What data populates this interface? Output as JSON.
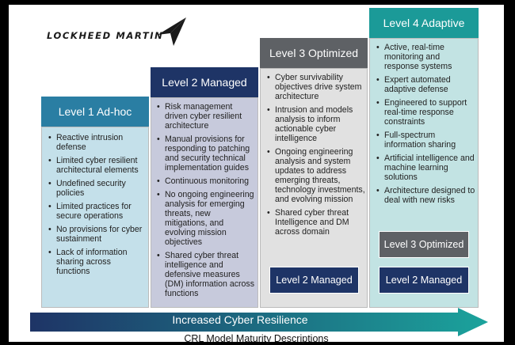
{
  "logo": {
    "text": "LOCKHEED MARTIN"
  },
  "levels": [
    {
      "title": "Level 1 Ad-hoc",
      "items": [
        "Reactive intrusion defense",
        "Limited cyber resilient architectural elements",
        "Undefined security policies",
        "Limited practices for secure operations",
        "No provisions for cyber sustainment",
        "Lack of information sharing across functions"
      ]
    },
    {
      "title": "Level 2 Managed",
      "items": [
        "Risk management driven cyber resilient architecture",
        "Manual provisions for responding to patching and security technical implementation guides",
        "Continuous monitoring",
        "No ongoing engineering analysis for emerging threats, new mitigations, and evolving mission objectives",
        "Shared cyber threat intelligence and defensive measures (DM) information across functions"
      ]
    },
    {
      "title": "Level 3 Optimized",
      "items": [
        "Cyber survivability objectives drive system architecture",
        "Intrusion and models analysis to inform actionable cyber intelligence",
        "Ongoing engineering analysis and system updates to address emerging threats, technology investments, and evolving mission",
        "Shared cyber threat Intelligence and DM across domain"
      ],
      "sub_boxes": [
        "Level 2 Managed"
      ]
    },
    {
      "title": "Level 4 Adaptive",
      "items": [
        "Active, real-time monitoring and response systems",
        "Expert automated adaptive defense",
        "Engineered to support real-time response constraints",
        "Full-spectrum information sharing",
        "Artificial intelligence and machine learning solutions",
        "Architecture designed to deal with new risks"
      ],
      "sub_boxes": [
        "Level 3 Optimized",
        "Level 2 Managed"
      ]
    }
  ],
  "arrow": {
    "label": "Increased Cyber Resilience"
  },
  "caption": "CRL Model Maturity Descriptions",
  "colors": {
    "level1_header": "#2a7ea3",
    "level1_body": "#c4e0ea",
    "level2_header": "#1e3466",
    "level2_body": "#c7cadc",
    "level3_header": "#5e6165",
    "level3_body": "#e1e1e1",
    "level4_header": "#1b9a98",
    "level4_body": "#c2e3e3",
    "arrow_start": "#1e3466",
    "arrow_end": "#1ba39c"
  }
}
